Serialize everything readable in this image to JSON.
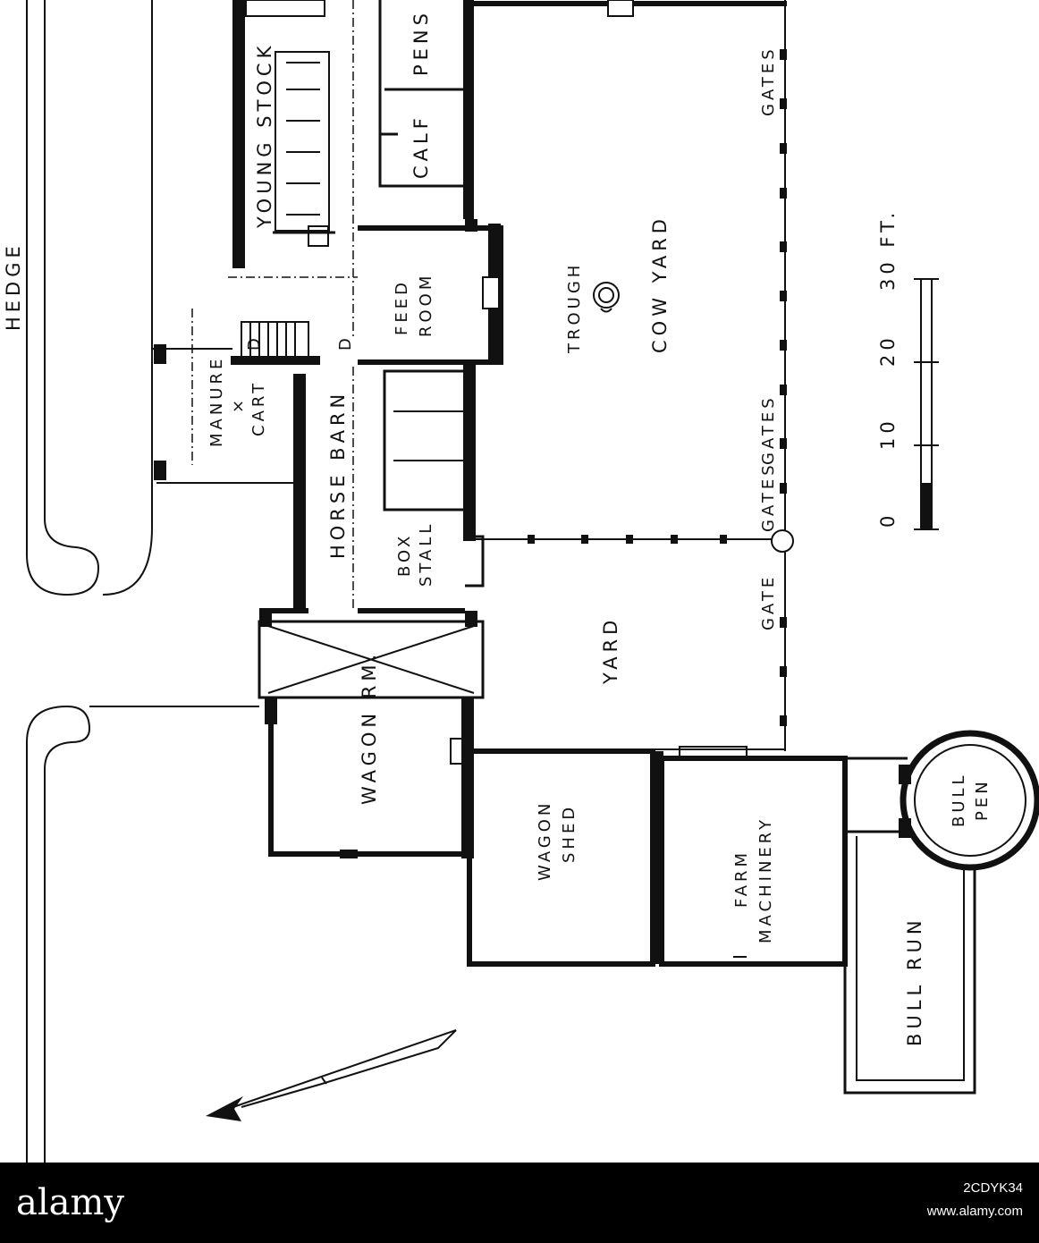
{
  "plan": {
    "hedge": "HEDGE",
    "young_stock": "YOUNG STOCK",
    "calf": "CALF",
    "pens": "PENS",
    "feed": "FEED",
    "room": "ROOM",
    "trough": "TROUGH",
    "cow_yard": "COW YARD",
    "gates_top": "GATES",
    "gates_mid": "GATES",
    "gates_low": "GATES",
    "gate": "GATE",
    "manure": "MANURE",
    "manure_mark": "×",
    "cart": "CART",
    "horse_barn": "HORSE BARN",
    "box": "BOX",
    "stall": "STALL",
    "yard": "YARD",
    "wagon_rm": "WAGON RM.",
    "wagon": "WAGON",
    "shed": "SHED",
    "farm": "FARM",
    "machinery": "MACHINERY",
    "bull": "BULL",
    "pen": "PEN",
    "bull_run": "BULL RUN",
    "door_d": "D",
    "door_d2": "D",
    "scale": {
      "ticks": [
        "0",
        "10",
        "20",
        "30 FT."
      ]
    }
  },
  "stock": {
    "logo": "alamy",
    "image_id": "2CDYK34",
    "url": "www.alamy.com"
  }
}
